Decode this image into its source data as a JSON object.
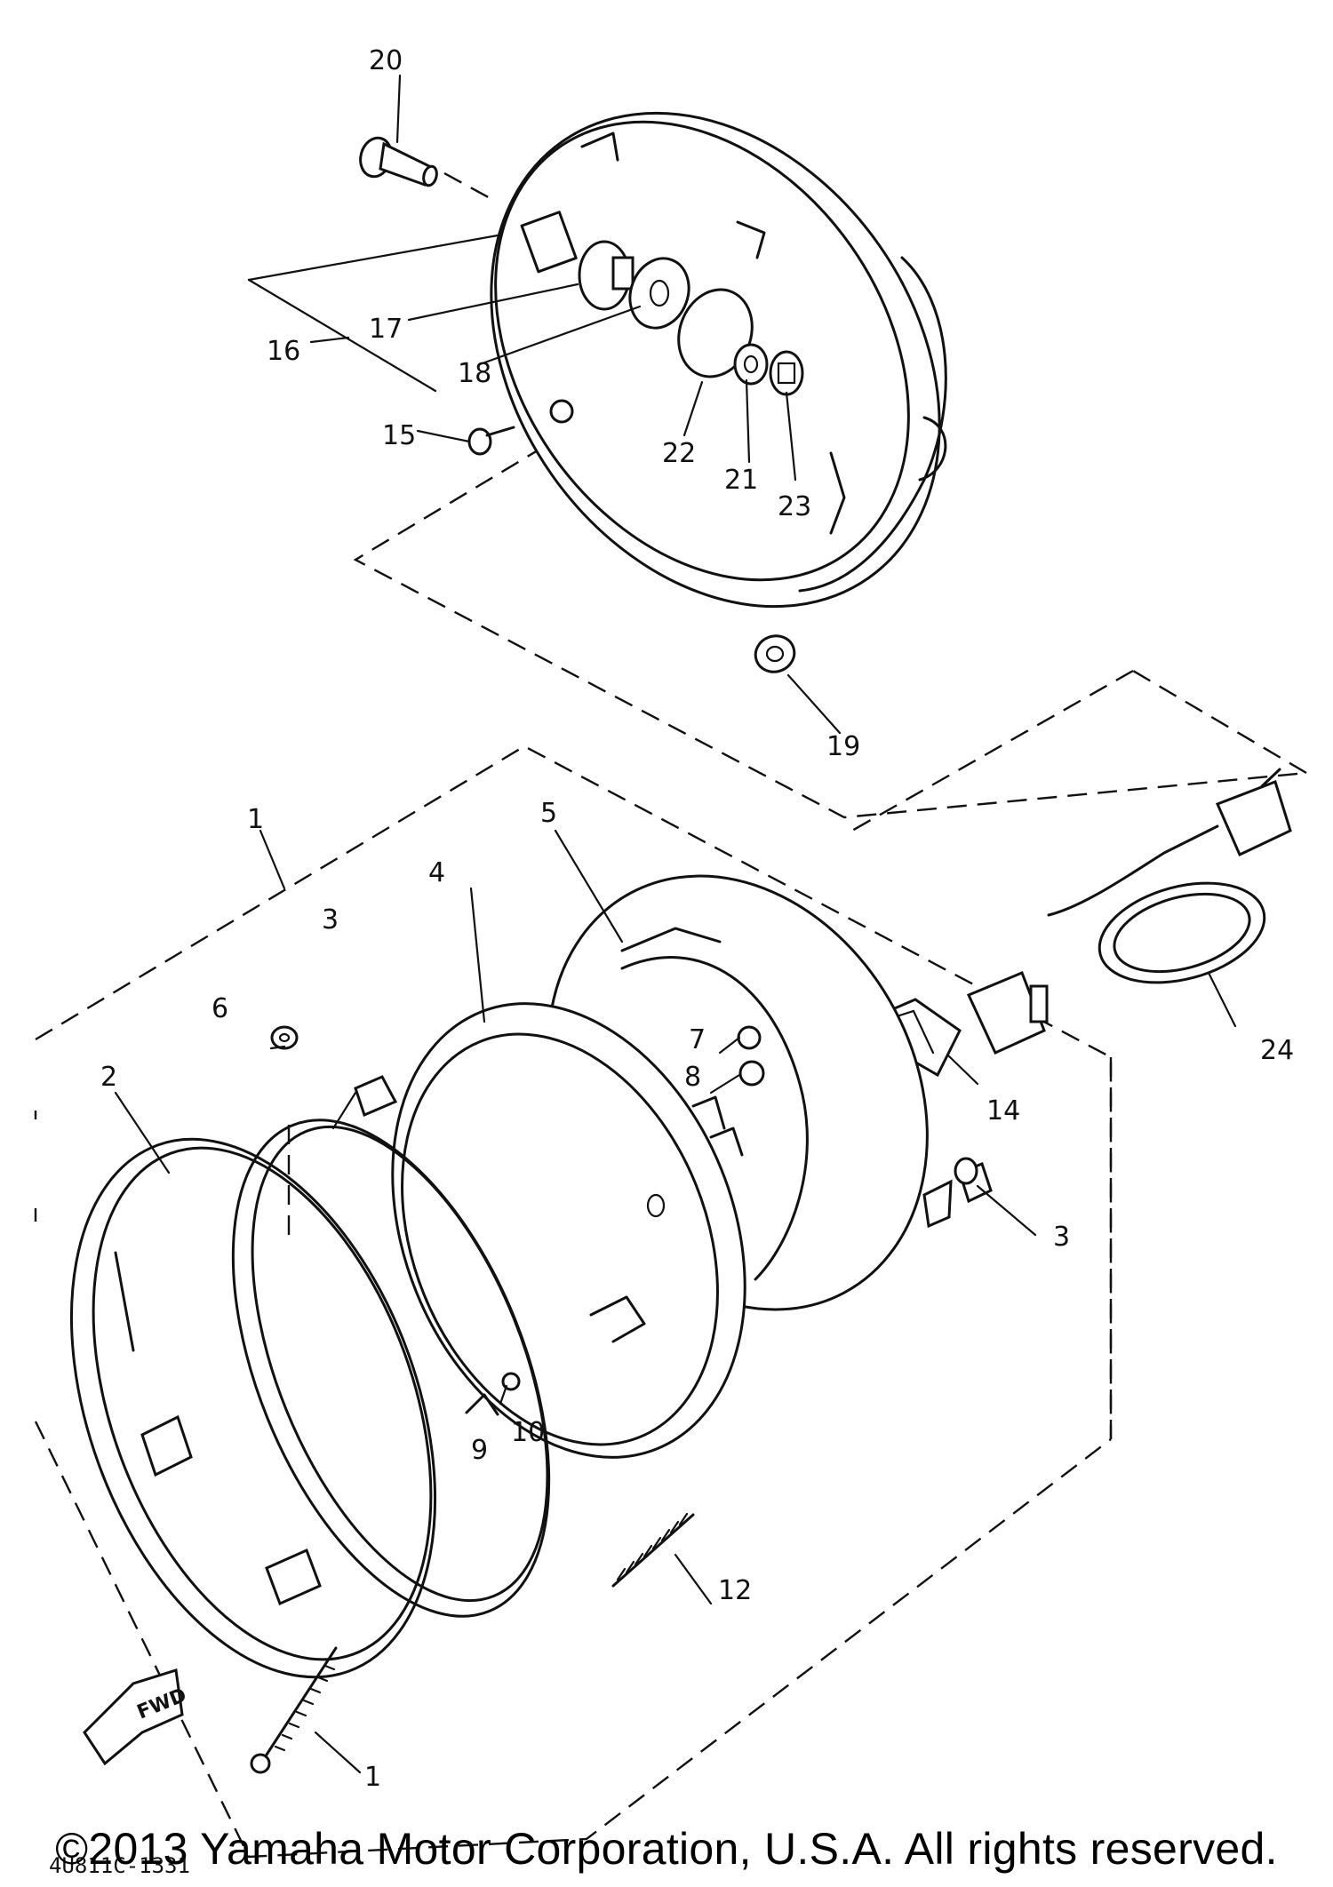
{
  "diagram": {
    "figure_code": "4U811C-1331",
    "fwd_label": "FWD",
    "callouts": {
      "c1a": "1",
      "c1b": "1",
      "c2": "2",
      "c3a": "3",
      "c3b": "3",
      "c4": "4",
      "c5": "5",
      "c6": "6",
      "c7": "7",
      "c8": "8",
      "c9": "9",
      "c10": "10",
      "c12": "12",
      "c14": "14",
      "c15": "15",
      "c16": "16",
      "c17": "17",
      "c18": "18",
      "c19": "19",
      "c20": "20",
      "c21": "21",
      "c22": "22",
      "c23": "23",
      "c24": "24"
    }
  },
  "footer": {
    "copyright": "©2013 Yamaha Motor Corporation, U.S.A. All rights reserved."
  }
}
